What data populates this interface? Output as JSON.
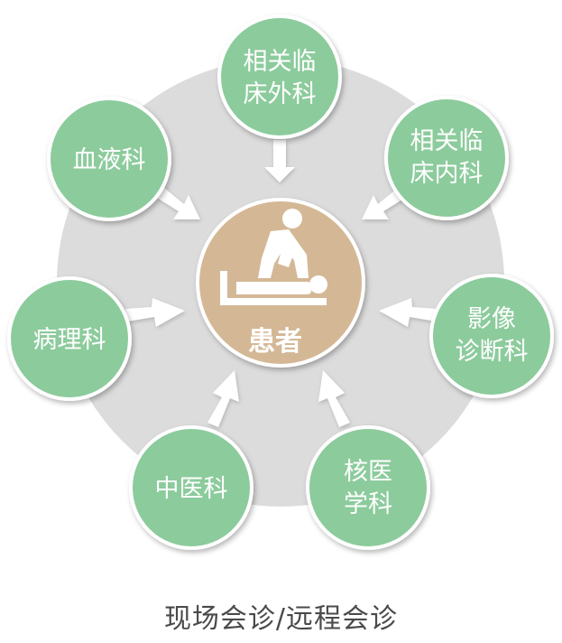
{
  "center": {
    "label": "患者",
    "icon": "massage-therapy-icon"
  },
  "departments": [
    {
      "line1": "相关临",
      "line2": "床外科"
    },
    {
      "line1": "相关临",
      "line2": "床内科"
    },
    {
      "line1": "影像",
      "line2": "诊断科"
    },
    {
      "line1": "核医",
      "line2": "学科"
    },
    {
      "line1": "中医科",
      "line2": ""
    },
    {
      "line1": "病理科",
      "line2": ""
    },
    {
      "line1": "血液科",
      "line2": ""
    }
  ],
  "caption": "现场会诊/远程会诊",
  "colors": {
    "background_disc": "#dcdcdc",
    "node_fill": "#8ccb9c",
    "node_ring": "#ffffff",
    "center_fill": "#d4b896",
    "arrow": "#ffffff"
  }
}
